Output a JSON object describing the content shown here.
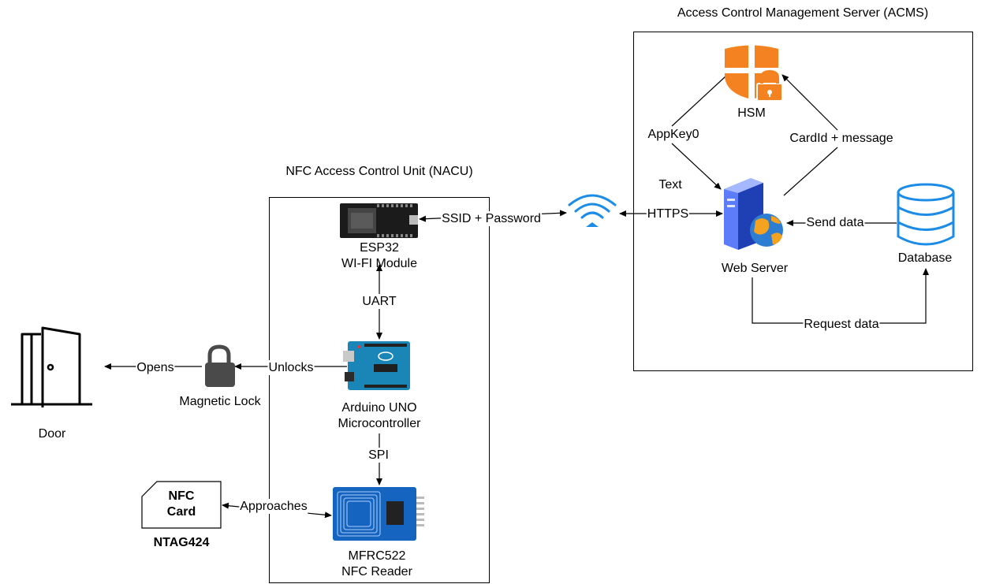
{
  "groups": {
    "acms_title": "Access Control Management Server (ACMS)",
    "nacu_title": "NFC Access Control Unit (NACU)"
  },
  "nodes": {
    "hsm": "HSM",
    "web_server": "Web Server",
    "database": "Database",
    "esp32_line1": "ESP32",
    "esp32_line2": "WI-FI Module",
    "arduino_line1": "Arduino UNO",
    "arduino_line2": "Microcontroller",
    "mfrc_line1": "MFRC522",
    "mfrc_line2": "NFC Reader",
    "magnetic_lock": "Magnetic Lock",
    "door": "Door",
    "nfc_card_line1": "NFC",
    "nfc_card_line2": "Card",
    "ntag": "NTAG424"
  },
  "edges": {
    "appkey": "AppKey0",
    "cardid": "CardId + message",
    "text": "Text",
    "https": "HTTPS",
    "ssid": "SSID + Password",
    "send_data": "Send data",
    "request_data": "Request data",
    "uart": "UART",
    "spi": "SPI",
    "unlocks": "Unlocks",
    "opens": "Opens",
    "approaches": "Approaches"
  },
  "colors": {
    "hsm_orange": "#f58220",
    "wifi_blue": "#1c8ce6",
    "db_blue": "#1c8ce6",
    "lock_gray": "#4a4a4a",
    "board_blue": "#1a86b8",
    "server_blue": "#3b5bdb"
  },
  "icons": [
    "shield-lock-icon",
    "server-globe-icon",
    "database-icon",
    "wifi-icon",
    "esp32-board-icon",
    "arduino-board-icon",
    "rfid-reader-icon",
    "padlock-icon",
    "door-icon",
    "sim-card-icon"
  ]
}
